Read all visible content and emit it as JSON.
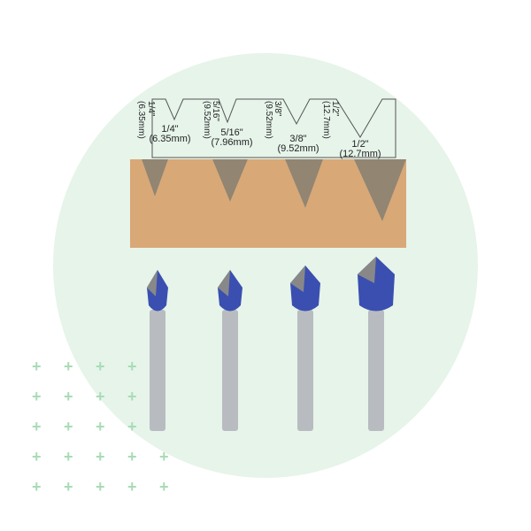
{
  "grooves": [
    {
      "width": "1/4\"",
      "width_mm": "(6.35mm)",
      "depth": "1/4\"",
      "depth_mm": "(6.35mm)"
    },
    {
      "width": "5/16\"",
      "width_mm": "(7.96mm)",
      "depth": "5/16\"",
      "depth_mm": "(9.52mm)"
    },
    {
      "width": "3/8\"",
      "width_mm": "(9.52mm)",
      "depth": "3/8\"",
      "depth_mm": "(9.52mm)"
    },
    {
      "width": "1/2\"",
      "width_mm": "(12.7mm)",
      "depth": "1/2\"",
      "depth_mm": "(12.7mm)"
    }
  ],
  "colors": {
    "circle": "#e6f4ea",
    "wood": "#d9a877",
    "bit_blue": "#3a4fb0",
    "shank": "#b8bcc0"
  }
}
